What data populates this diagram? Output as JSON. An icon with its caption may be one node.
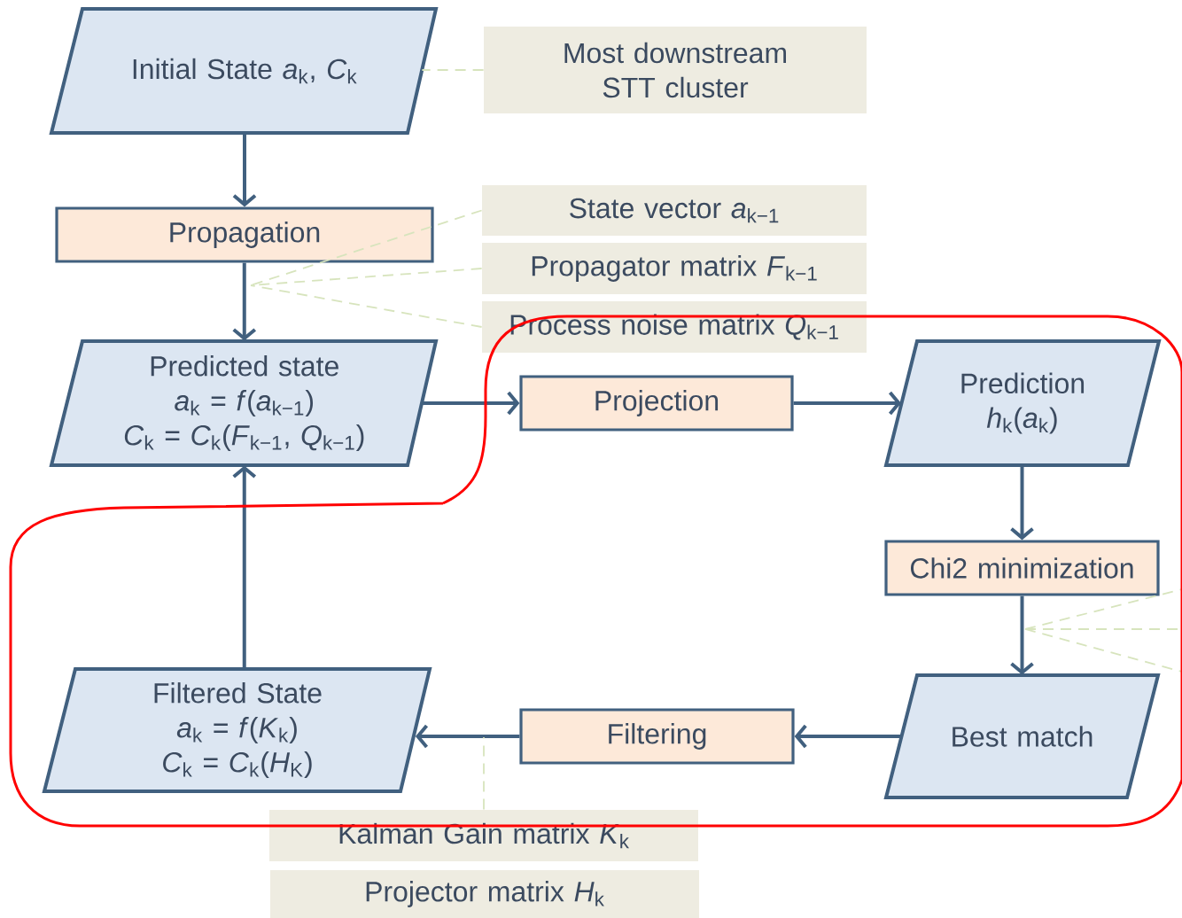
{
  "diagram": {
    "nodes": [
      {
        "text": [
          "Initial State *a*$_{k}$, *C*$_{k}$"
        ]
      },
      {
        "text": [
          "Most downstream STT cluster"
        ]
      },
      {
        "text": [
          "Propagation"
        ]
      },
      {
        "text": [
          "State vector *a*$_{k−1}$"
        ]
      },
      {
        "text": [
          "Propagator matrix *F*$_{k−1}$"
        ]
      },
      {
        "text": [
          "Process noise matrix *Q*$_{k−1}$"
        ]
      },
      {
        "text": [
          "Predicted state",
          "*a*$_{k}$ = *f*(*a*$_{k−1}$)",
          "*C*$_{k}$ = *C*$_{k}$(*F*$_{k−1}$, *Q*$_{k−1}$)"
        ]
      },
      {
        "text": [
          "Projection"
        ]
      },
      {
        "text": [
          "Prediction",
          "*h*$_{k}$(*a*$_{k}$)"
        ]
      },
      {
        "text": [
          "Chi2 minimization"
        ]
      },
      {
        "text": [
          "Best match"
        ]
      },
      {
        "text": [
          "Filtering"
        ]
      },
      {
        "text": [
          "Filtered State",
          "*a*$_{k}$ = *f*(*K*$_{k}$)",
          "*C*$_{k}$ = *C*$_{k}$(*H*$_{K}$)"
        ]
      },
      {
        "text": [
          "Kalman Gain matrix *K*$_{k}$"
        ]
      },
      {
        "text": [
          "Projector matrix *H*$_{k}$"
        ]
      }
    ],
    "edges": [
      {
        "from": 0,
        "to": 2,
        "arrow": "to"
      },
      {
        "from": 2,
        "to": 6,
        "arrow": "to"
      },
      {
        "from": 6,
        "to": 7,
        "arrow": "to"
      },
      {
        "from": 7,
        "to": 8,
        "arrow": "to"
      },
      {
        "from": 8,
        "to": 9,
        "arrow": "to"
      },
      {
        "from": 9,
        "to": 10,
        "arrow": "to"
      },
      {
        "from": 10,
        "to": 11,
        "arrow": "to"
      },
      {
        "from": 11,
        "to": 12,
        "arrow": "to"
      },
      {
        "from": 12,
        "to": 6,
        "arrow": "to"
      },
      {
        "from": 1,
        "to": 0,
        "arrow": "none",
        "style": "dashed",
        "color": "#d7e4bd"
      },
      {
        "from": 3,
        "to": null,
        "arrow": "none",
        "style": "dashed",
        "color": "#d7e4bd"
      },
      {
        "from": 4,
        "to": null,
        "arrow": "none",
        "style": "dashed",
        "color": "#d7e4bd"
      },
      {
        "from": 5,
        "to": null,
        "arrow": "none",
        "style": "dashed",
        "color": "#d7e4bd"
      },
      {
        "from": 13,
        "to": null,
        "arrow": "none",
        "style": "dashed",
        "color": "#d7e4bd"
      }
    ]
  }
}
